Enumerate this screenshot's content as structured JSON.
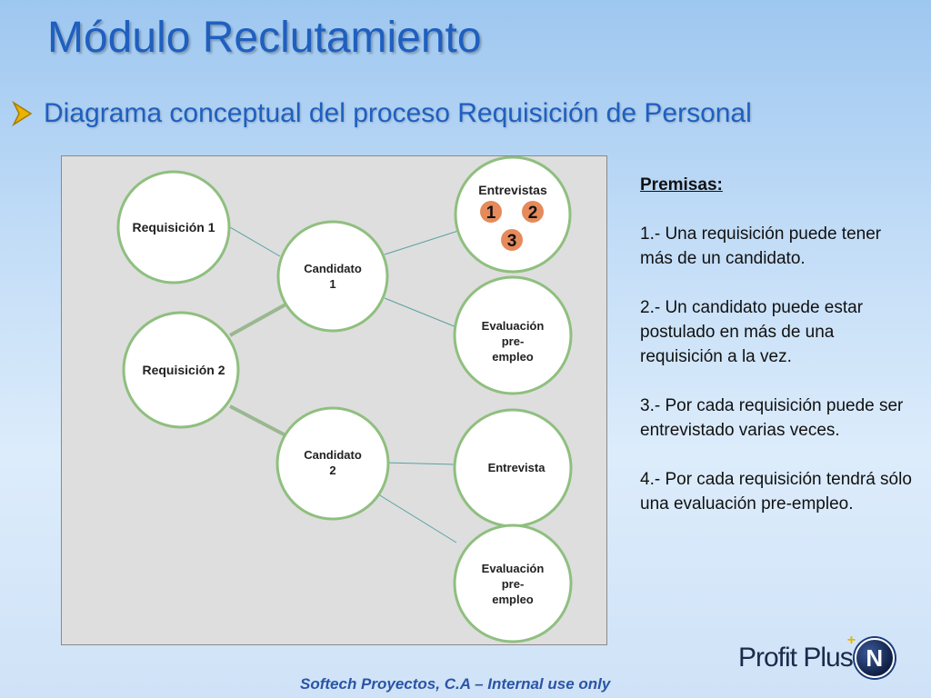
{
  "slide": {
    "title": "Módulo Reclutamiento",
    "subtitle": "Diagrama conceptual del proceso Requisición de Personal",
    "footer": "Softech Proyectos, C.A – Internal use only"
  },
  "diagram": {
    "nodes": {
      "req1": "Requisición 1",
      "req2": "Requisición 2",
      "cand1_line1": "Candidato",
      "cand1_line2": "1",
      "cand2_line1": "Candidato",
      "cand2_line2": "2",
      "entrevistas": "Entrevistas",
      "eval1_line1": "Evaluación",
      "eval1_line2": "pre-",
      "eval1_line3": "empleo",
      "entrevista": "Entrevista",
      "eval2_line1": "Evaluación",
      "eval2_line2": "pre-",
      "eval2_line3": "empleo"
    },
    "badges": [
      "1",
      "2",
      "3"
    ],
    "colors": {
      "circle_border": "#8fbf7f",
      "badge_fill": "#e58a5a",
      "connector": "#5aa0a0",
      "panel": "#dedede"
    }
  },
  "premises": {
    "title": "Premisas:",
    "items": [
      "1.- Una requisición puede tener más de un candidato.",
      "2.- Un candidato puede estar postulado en más de una requisición a la vez.",
      "3.- Por cada requisición puede ser entrevistado varias veces.",
      "4.- Por cada requisición tendrá sólo una evaluación pre-empleo."
    ]
  },
  "logo": {
    "text": "Profit Plus",
    "badge_letter": "N",
    "plus_mark": "+"
  }
}
